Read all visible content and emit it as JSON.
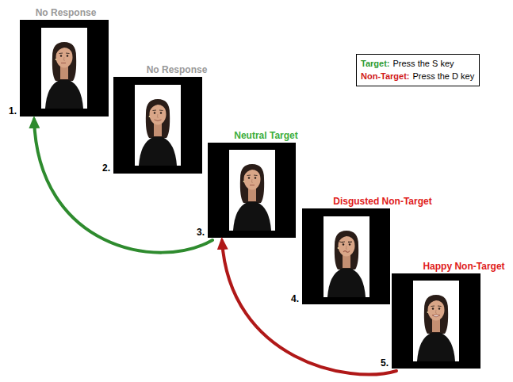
{
  "diagram": {
    "nodes": [
      {
        "text": [
          "No Response",
          "1."
        ]
      },
      {
        "text": [
          "No Response",
          "2."
        ]
      },
      {
        "text": [
          "Neutral Target",
          "3."
        ]
      },
      {
        "text": [
          "Disgusted Non-Target",
          "4."
        ]
      },
      {
        "text": [
          "Happy Non-Target",
          "5."
        ]
      }
    ],
    "edges": [
      {
        "from": 2,
        "to": 0,
        "arrow": "to"
      },
      {
        "from": 4,
        "to": 2,
        "arrow": "to"
      }
    ],
    "labels": [
      "Target:",
      "Press the S key",
      "Non-Target:",
      "Press the D key"
    ]
  }
}
